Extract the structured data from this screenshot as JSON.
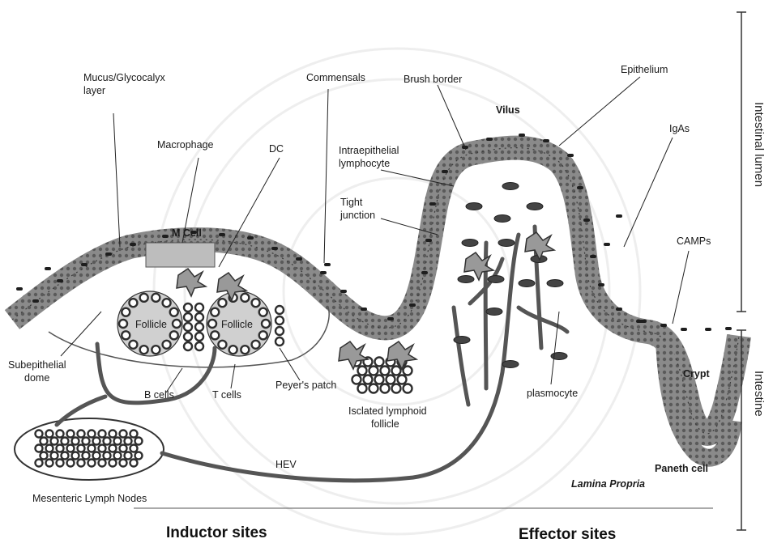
{
  "labels": {
    "mucus_line1": "Mucus/Glycocalyx",
    "mucus_line2": "layer",
    "commensals": "Commensals",
    "brush_border": "Brush border",
    "epithelium": "Epithelium",
    "villus": "Vilus",
    "macrophage": "Macrophage",
    "dc": "DC",
    "iel_line1": "Intraepithelial",
    "iel_line2": "lymphocyte",
    "iga": "IgAs",
    "tight_line1": "Tight",
    "tight_line2": "junction",
    "m_cell": "M Cell",
    "camps": "CAMPs",
    "follicle_1": "Follicle",
    "follicle_2": "Follicle",
    "subepi_line1": "Subepithelial",
    "subepi_line2": "dome",
    "b_cells": "B cells",
    "t_cells": "T cells",
    "peyers_patch": "Peyer's patch",
    "ilf_line1": "Isclated lymphoid",
    "ilf_line2": "follicle",
    "plasmocyte": "plasmocyte",
    "crypt": "Crypt",
    "paneth": "Paneth cell",
    "hev": "HEV",
    "mln": "Mesenteric Lymph Nodes",
    "lamina_propria": "Lamina Propria"
  },
  "side_labels": {
    "lumen": "Intestinal lumen",
    "intestine": "Intestine"
  },
  "footer": {
    "inductor": "Inductor sites",
    "effector": "Effector sites"
  },
  "colors": {
    "epithelium": "#7a7a7a",
    "epithelium_dark": "#4a4a4a",
    "line": "#555555",
    "cell": "#3c3c3c"
  }
}
